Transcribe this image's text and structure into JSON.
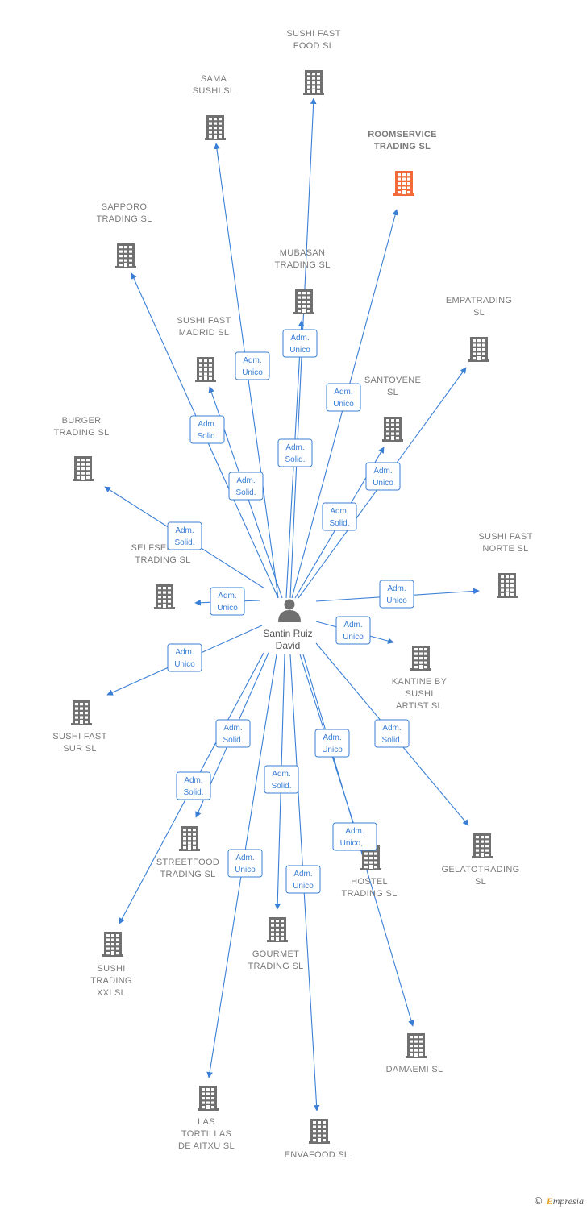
{
  "colors": {
    "edge": "#3a7fd5",
    "building": "#707070",
    "highlight": "#f26a38",
    "person": "#707070"
  },
  "person": {
    "name_line1": "Santin Ruiz",
    "name_line2": "David"
  },
  "footer": {
    "copyright_symbol": "©",
    "brand_initial": "E",
    "brand_rest": "mpresia"
  },
  "companies": [
    {
      "id": "sushi-fast-food",
      "lines": [
        "SUSHI FAST",
        "FOOD  SL"
      ],
      "highlight": false,
      "role": [
        "Adm.",
        "Unico"
      ]
    },
    {
      "id": "sama-sushi",
      "lines": [
        "SAMA",
        "SUSHI  SL"
      ],
      "highlight": false,
      "role": [
        "Adm.",
        "Unico"
      ]
    },
    {
      "id": "roomservice-trading",
      "lines": [
        "ROOMSERVICE",
        "TRADING  SL"
      ],
      "highlight": true,
      "role": [
        "Adm.",
        "Unico"
      ]
    },
    {
      "id": "sapporo-trading",
      "lines": [
        "SAPPORO",
        "TRADING  SL"
      ],
      "highlight": false,
      "role": [
        "Adm.",
        "Solid."
      ]
    },
    {
      "id": "mubasan-trading",
      "lines": [
        "MUBASAN",
        "TRADING  SL"
      ],
      "highlight": false,
      "role": [
        "Adm.",
        "Solid."
      ]
    },
    {
      "id": "empatrading",
      "lines": [
        "EMPATRADING",
        "SL"
      ],
      "highlight": false,
      "role": [
        "Adm.",
        "Unico"
      ]
    },
    {
      "id": "sushi-fast-madrid",
      "lines": [
        "SUSHI FAST",
        "MADRID  SL"
      ],
      "highlight": false,
      "role": [
        "Adm.",
        "Solid."
      ]
    },
    {
      "id": "santovene",
      "lines": [
        "SANTOVENE",
        "SL"
      ],
      "highlight": false,
      "role": [
        "Adm.",
        "Solid."
      ]
    },
    {
      "id": "burger-trading",
      "lines": [
        "BURGER",
        "TRADING  SL"
      ],
      "highlight": false,
      "role": [
        "Adm.",
        "Solid."
      ]
    },
    {
      "id": "selfservice-trading",
      "lines": [
        "SELFSERVICE",
        "TRADING  SL"
      ],
      "highlight": false,
      "role": [
        "Adm.",
        "Unico"
      ]
    },
    {
      "id": "sushi-fast-norte",
      "lines": [
        "SUSHI FAST",
        "NORTE  SL"
      ],
      "highlight": false,
      "role": [
        "Adm.",
        "Unico"
      ]
    },
    {
      "id": "kantine-by-sushi-artist",
      "lines": [
        "KANTINE BY",
        "SUSHI",
        "ARTIST  SL"
      ],
      "highlight": false,
      "role": [
        "Adm.",
        "Unico"
      ]
    },
    {
      "id": "sushi-fast-sur",
      "lines": [
        "SUSHI FAST",
        "SUR  SL"
      ],
      "highlight": false,
      "role": [
        "Adm.",
        "Unico"
      ]
    },
    {
      "id": "streetfood-trading",
      "lines": [
        "STREETFOOD",
        "TRADING  SL"
      ],
      "highlight": false,
      "role": [
        "Adm.",
        "Solid."
      ]
    },
    {
      "id": "gelatotrading",
      "lines": [
        "GELATOTRADING",
        "SL"
      ],
      "highlight": false,
      "role": [
        "Adm.",
        "Solid."
      ]
    },
    {
      "id": "hostel-trading",
      "lines": [
        "HOSTEL",
        "TRADING  SL"
      ],
      "highlight": false,
      "role": [
        "Adm.",
        "Unico"
      ]
    },
    {
      "id": "sushi-trading-xxi",
      "lines": [
        "SUSHI",
        "TRADING",
        "XXI  SL"
      ],
      "highlight": false,
      "role": [
        "Adm.",
        "Solid."
      ]
    },
    {
      "id": "gourmet-trading",
      "lines": [
        "GOURMET",
        "TRADING  SL"
      ],
      "highlight": false,
      "role": [
        "Adm.",
        "Solid."
      ]
    },
    {
      "id": "damaemi",
      "lines": [
        "DAMAEMI  SL"
      ],
      "highlight": false,
      "role": [
        "Adm.",
        "Unico,..."
      ]
    },
    {
      "id": "las-tortillas-de-aitxu",
      "lines": [
        "LAS",
        "TORTILLAS",
        "DE AITXU  SL"
      ],
      "highlight": false,
      "role": [
        "Adm.",
        "Unico"
      ]
    },
    {
      "id": "envafood",
      "lines": [
        "ENVAFOOD  SL"
      ],
      "highlight": false,
      "role": [
        "Adm.",
        "Unico"
      ]
    }
  ]
}
